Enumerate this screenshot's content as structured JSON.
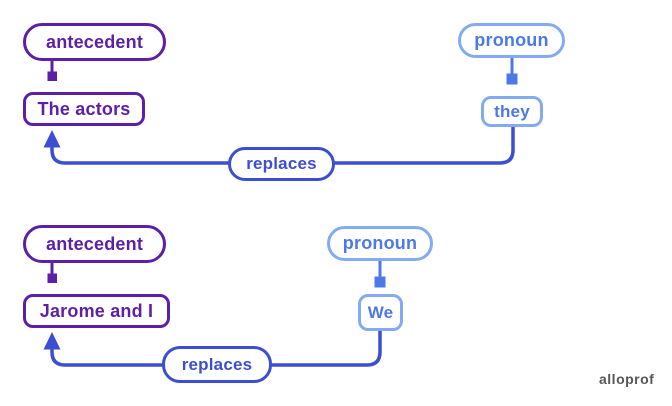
{
  "page": {
    "background": "#ffffff",
    "watermark": "alloprof"
  },
  "colors": {
    "purple": "#5e1fa8",
    "light_blue_border": "#84abf2",
    "blue_text": "#4b79e8",
    "blue_line": "#3c4ed2",
    "watermark_gray": "#57565a"
  },
  "sections": [
    {
      "antecedent_label": "antecedent",
      "antecedent_value": "The actors",
      "pronoun_label": "pronoun",
      "pronoun_value": "they",
      "relation_label": "replaces"
    },
    {
      "antecedent_label": "antecedent",
      "antecedent_value": "Jarome and I",
      "pronoun_label": "pronoun",
      "pronoun_value": "We",
      "relation_label": "replaces"
    }
  ]
}
